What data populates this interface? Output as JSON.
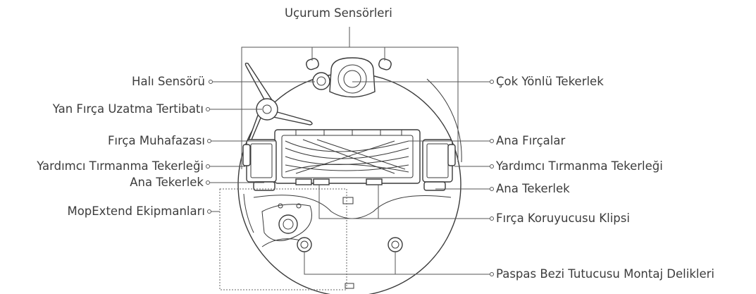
{
  "diagram": {
    "labels": {
      "cliff_sensors": "Uçurum Sensörleri",
      "carpet_sensor": "Halı Sensörü",
      "side_brush_extension": "Yan Fırça Uzatma Tertibatı",
      "brush_guard": "Fırça Muhafazası",
      "aux_climbing_wheel_left": "Yardımcı Tırmanma Tekerleği",
      "main_wheel_left": "Ana Tekerlek",
      "mopextend": "MopExtend Ekipmanları",
      "omni_wheel": "Çok Yönlü Tekerlek",
      "main_brushes": "Ana Fırçalar",
      "aux_climbing_wheel_right": "Yardımcı Tırmanma Tekerleği",
      "main_wheel_right": "Ana Tekerlek",
      "brush_guard_clip": "Fırça Koruyucusu Klipsi",
      "mop_holder_holes": "Paspas Bezi Tutucusu Montaj Delikleri"
    },
    "colors": {
      "line": "#555555",
      "outline": "#3a3a3a",
      "text": "#3c3c3c"
    }
  }
}
